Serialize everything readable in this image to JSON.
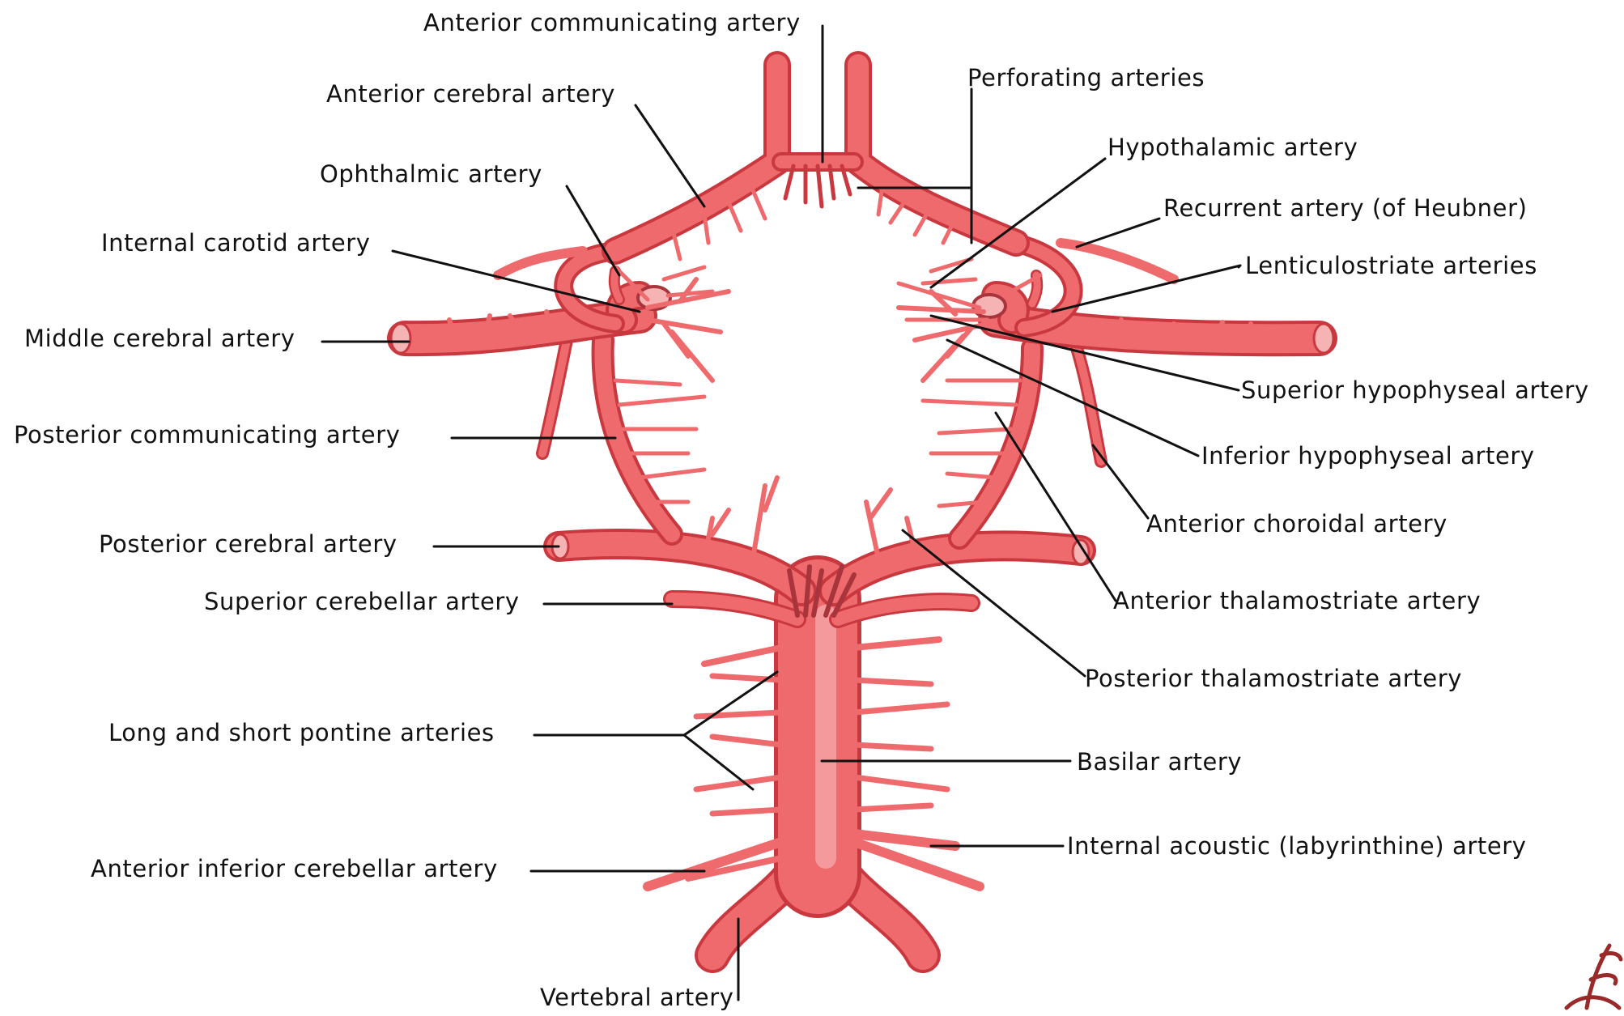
{
  "colors": {
    "vessel": "#ee6a6d",
    "vessel_edge": "#c9383f",
    "vessel_dark": "#a8343c",
    "label": "#111111",
    "signature": "#9a2a2a"
  },
  "labels": {
    "anterior_communicating_artery": "Anterior communicating artery",
    "anterior_cerebral_artery": "Anterior cerebral artery",
    "ophthalmic_artery": "Ophthalmic artery",
    "internal_carotid_artery": "Internal carotid artery",
    "middle_cerebral_artery": "Middle cerebral artery",
    "posterior_communicating_artery": "Posterior communicating artery",
    "posterior_cerebral_artery": "Posterior cerebral artery",
    "superior_cerebellar_artery": "Superior cerebellar artery",
    "long_short_pontine_arteries": "Long and short pontine arteries",
    "anterior_inferior_cerebellar_artery": "Anterior inferior cerebellar artery",
    "vertebral_artery": "Vertebral artery",
    "perforating_arteries": "Perforating arteries",
    "hypothalamic_artery": "Hypothalamic artery",
    "recurrent_artery_heubner": "Recurrent artery (of Heubner)",
    "lenticulostriate_arteries": "Lenticulostriate arteries",
    "superior_hypophyseal_artery": "Superior hypophyseal artery",
    "inferior_hypophyseal_artery": "Inferior hypophyseal artery",
    "anterior_choroidal_artery": "Anterior choroidal artery",
    "anterior_thalamostriate_artery": "Anterior thalamostriate artery",
    "posterior_thalamostriate_artery": "Posterior thalamostriate artery",
    "basilar_artery": "Basilar artery",
    "internal_acoustic_labyrinthine_artery": "Internal acoustic (labyrinthine) artery"
  }
}
